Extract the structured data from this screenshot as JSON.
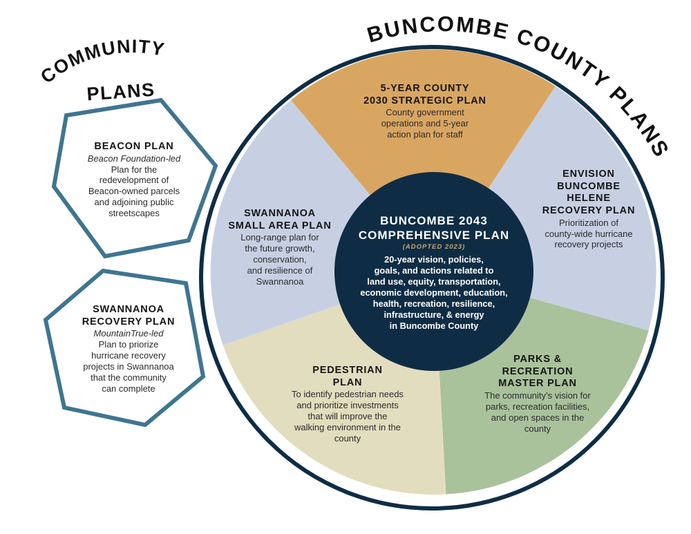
{
  "header": {
    "county_title": "BUNCOMBE COUNTY PLANS",
    "community_title_line1": "COMMUNITY",
    "community_title_line2": "PLANS"
  },
  "colors": {
    "ring": "#0e2d45",
    "center": "#0e2d45",
    "strategic": "#d9a662",
    "envision": "#c7d0e3",
    "parks": "#a9c29b",
    "pedestrian": "#e3ddbf",
    "swannanoa_area": "#c7d0e3",
    "hexagon_stroke": "#3f7590"
  },
  "center": {
    "title_line1": "BUNCOMBE 2043",
    "title_line2": "COMPREHENSIVE PLAN",
    "adopted": "(ADOPTED 2023)",
    "lines": [
      "20-year vision, policies,",
      "goals, and actions related to",
      "land use, equity, transportation,",
      "economic development, education,",
      "health, recreation, resilience,",
      "infrastructure, & energy",
      "in Buncombe County"
    ]
  },
  "segments": {
    "strategic": {
      "title": [
        "5-YEAR COUNTY",
        "2030 STRATEGIC PLAN"
      ],
      "desc": [
        "County government",
        "operations and 5-year",
        "action plan for staff"
      ]
    },
    "envision": {
      "title": [
        "ENVISION",
        "BUNCOMBE",
        "HELENE",
        "RECOVERY PLAN"
      ],
      "desc": [
        "Prioritization of",
        "county-wide hurricane",
        "recovery projects"
      ]
    },
    "parks": {
      "title": [
        "PARKS &",
        "RECREATION",
        "MASTER PLAN"
      ],
      "desc": [
        "The community’s vision for",
        "parks, recreation facilities,",
        "and open spaces in the",
        "county"
      ]
    },
    "pedestrian": {
      "title": [
        "PEDESTRIAN",
        "PLAN"
      ],
      "desc": [
        "To identify pedestrian needs",
        "and prioritize investments",
        "that will improve the",
        "walking environment in the",
        "county"
      ]
    },
    "swannanoa_area": {
      "title": [
        "SWANNANOA",
        "SMALL AREA PLAN"
      ],
      "desc": [
        "Long-range plan for",
        "the future growth,",
        "conservation,",
        "and resilience of",
        "Swannanoa"
      ]
    }
  },
  "community": {
    "beacon": {
      "title": "BEACON PLAN",
      "subtitle": "Beacon Foundation-led",
      "desc": [
        "Plan for the",
        "redevelopment of",
        "Beacon-owned parcels",
        "and adjoining public",
        "streetscapes"
      ]
    },
    "swannanoa_recovery": {
      "title": [
        "SWANNANOA",
        "RECOVERY PLAN"
      ],
      "subtitle": "MountainTrue-led",
      "desc": [
        "Plan to priorize",
        "hurricane recovery",
        "projects in Swannanoa",
        "that the community",
        "can complete"
      ]
    }
  }
}
